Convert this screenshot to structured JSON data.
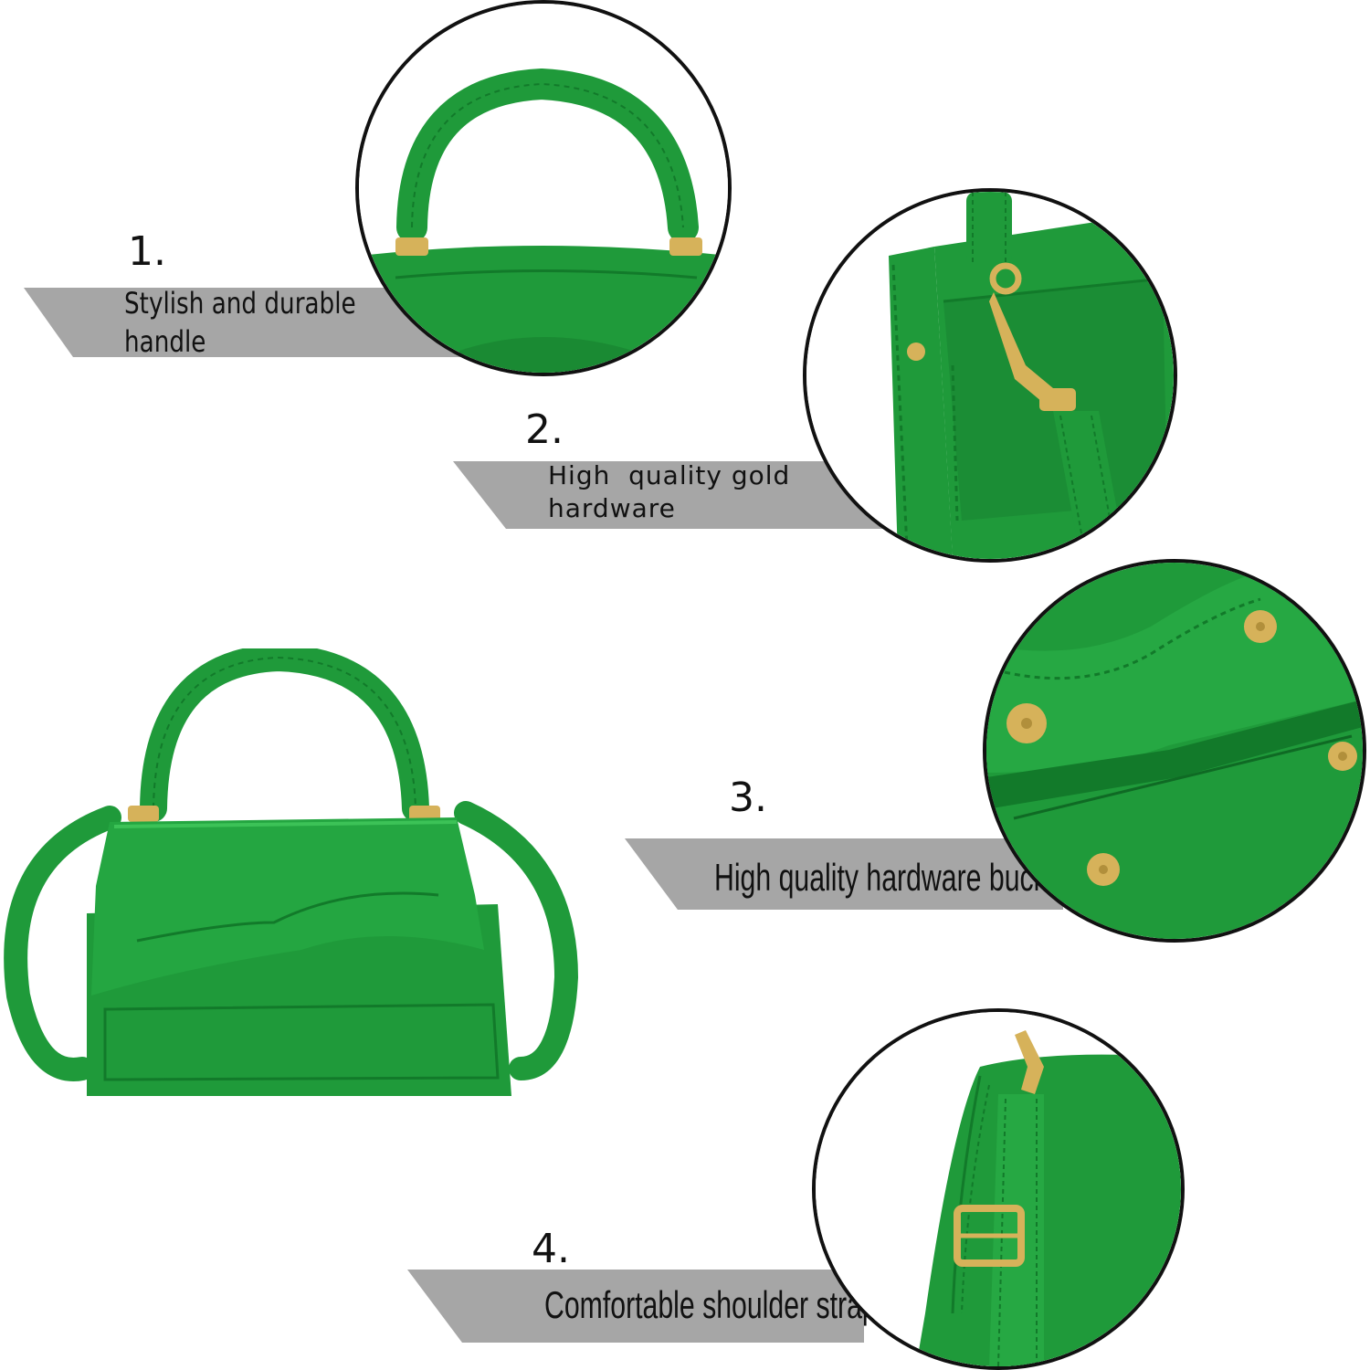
{
  "colors": {
    "bag_green": "#1f9a3a",
    "bag_green_dark": "#127a2a",
    "bag_green_light": "#3cc257",
    "banner_gray": "#a6a6a6",
    "gold": "#d6b25a",
    "outline": "#111111",
    "text": "#111111",
    "background": "#ffffff"
  },
  "features": [
    {
      "number": "1.",
      "caption_lines": [
        "Stylish and durable",
        "handle"
      ]
    },
    {
      "number": "2.",
      "caption_lines": [
        "High  quality gold",
        "hardware"
      ]
    },
    {
      "number": "3.",
      "caption_lines": [
        "High quality hardware buckle"
      ]
    },
    {
      "number": "4.",
      "caption_lines": [
        "Comfortable shoulder straps"
      ]
    }
  ],
  "detail_photos": [
    {
      "subject": "handle close-up"
    },
    {
      "subject": "gold clasp hardware close-up"
    },
    {
      "subject": "magnetic buckle interior close-up"
    },
    {
      "subject": "adjustable shoulder strap buckle close-up"
    }
  ],
  "main_photo": {
    "subject": "green top-handle crossbody bag"
  }
}
